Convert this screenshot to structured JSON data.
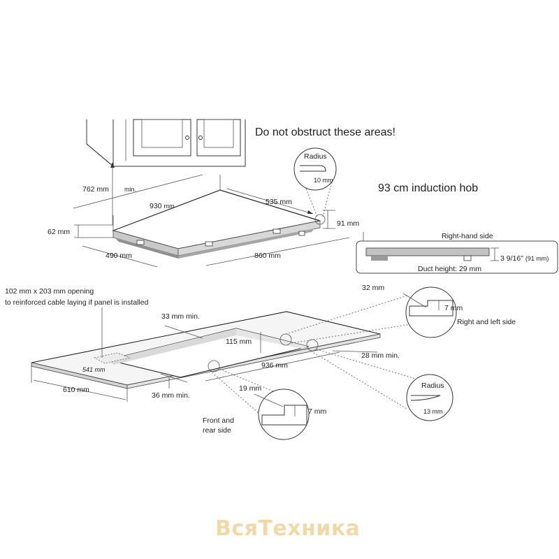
{
  "header": {
    "warning": "Do not obstruct these areas!",
    "product": "93 cm induction hob"
  },
  "hob_view": {
    "cabinet_clearance": "762 mm",
    "cabinet_clearance_suffix": "min.",
    "width_value": "930",
    "width_unit": "mm",
    "depth_top": "535 mm",
    "height_right": "91 mm",
    "height_left": "62 mm",
    "depth_bottom": "490 mm",
    "width_bottom": "860 mm",
    "radius_label": "Radius",
    "radius_value": "10 mm"
  },
  "side_view": {
    "title": "Right-hand side",
    "height": "3 9/16\"",
    "height_mm": "(91 mm)",
    "duct": "Duct height: 29 mm"
  },
  "cutout_view": {
    "opening_note_line1": "102 mm x 203 mm opening",
    "opening_note_line2": "to reinforced cable laying if panel is installed",
    "back_margin": "33 mm min.",
    "cutout_depth": "115 mm",
    "side_margin": "28 mm min.",
    "cutout_width": "936 mm",
    "opening_width": "541 mm",
    "counter_depth": "610 mm",
    "front_margin": "36 mm min."
  },
  "detail_right": {
    "step_width": "32 mm",
    "step_depth": "7 mm",
    "caption": "Right and left side"
  },
  "detail_front": {
    "step_width": "19 mm",
    "step_depth": "7 mm",
    "caption_line1": "Front and",
    "caption_line2": "rear side"
  },
  "detail_radius": {
    "label": "Radius",
    "value": "13 mm"
  },
  "watermark": {
    "text": "ВсяТехника"
  }
}
